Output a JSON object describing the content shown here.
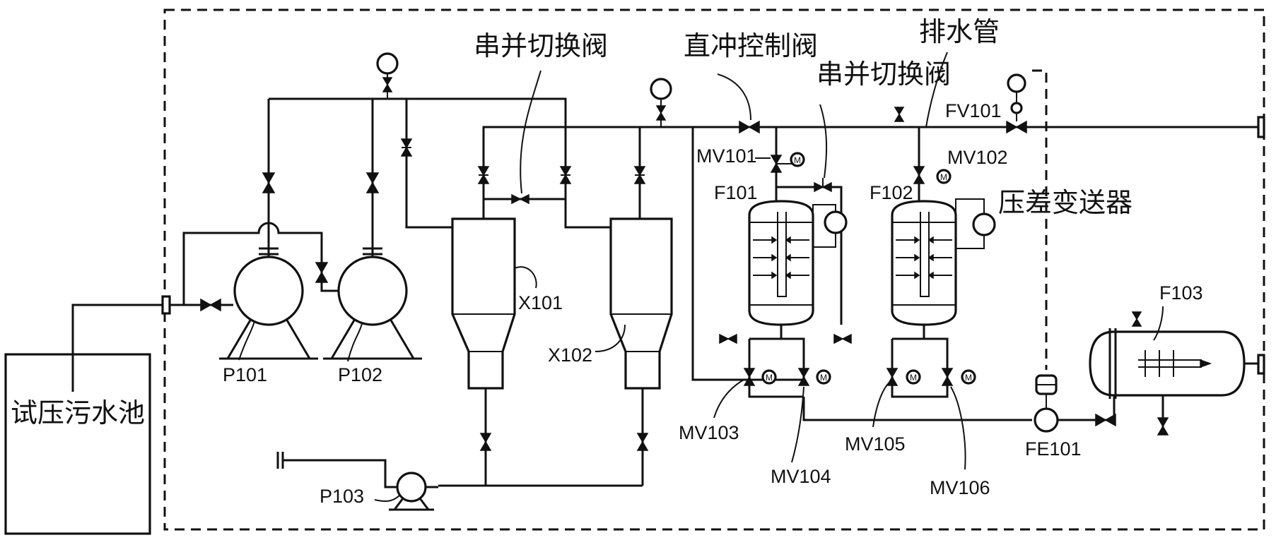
{
  "labels": {
    "pool": "试压污水池",
    "series_parallel_valve_1": "串并切换阀",
    "direct_flush_valve": "直冲控制阀",
    "series_parallel_valve_2": "串并切换阀",
    "drain_pipe": "排水管",
    "dp_transmitter": "压差变送器"
  },
  "tags": {
    "p101": "P101",
    "p102": "P102",
    "p103": "P103",
    "x101": "X101",
    "x102": "X102",
    "f101": "F101",
    "f102": "F102",
    "f103": "F103",
    "mv101": "MV101",
    "mv102": "MV102",
    "mv103": "MV103",
    "mv104": "MV104",
    "mv105": "MV105",
    "mv106": "MV106",
    "fv101": "FV101",
    "fe101": "FE101"
  },
  "motor_symbol": "M"
}
